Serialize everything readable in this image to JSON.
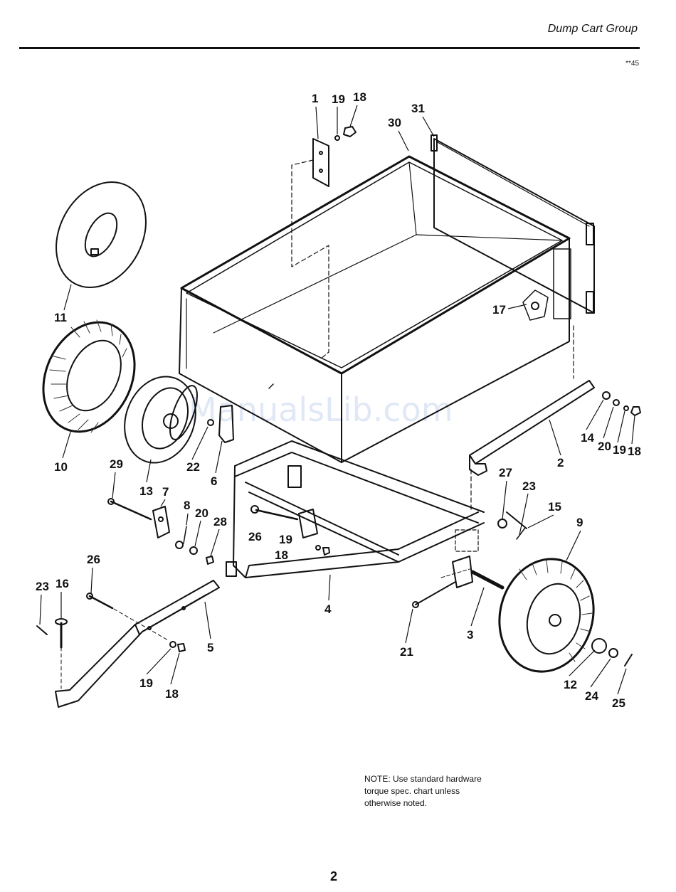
{
  "header": {
    "title": "Dump Cart Group",
    "code": "**45"
  },
  "watermark": "ManualsLib.com",
  "callouts": {
    "c1": "1",
    "c19a": "19",
    "c18a": "18",
    "c30": "30",
    "c31": "31",
    "c11": "11",
    "c17": "17",
    "c10": "10",
    "c13": "13",
    "c22": "22",
    "c6": "6",
    "c14": "14",
    "c20a": "20",
    "c19b": "19",
    "c18b": "18",
    "c2": "2",
    "c29": "29",
    "c7": "7",
    "c8": "8",
    "c20b": "20",
    "c28": "28",
    "c26a": "26",
    "c19c": "19",
    "c18c": "18",
    "c27": "27",
    "c23a": "23",
    "c15": "15",
    "c9": "9",
    "c4": "4",
    "c26b": "26",
    "c23b": "23",
    "c16": "16",
    "c5": "5",
    "c21": "21",
    "c3": "3",
    "c19d": "19",
    "c18d": "18",
    "c12": "12",
    "c24": "24",
    "c25": "25"
  },
  "note": {
    "line1": "NOTE: Use standard hardware",
    "line2": "torque spec. chart unless",
    "line3": "otherwise noted."
  },
  "page_number": "2"
}
